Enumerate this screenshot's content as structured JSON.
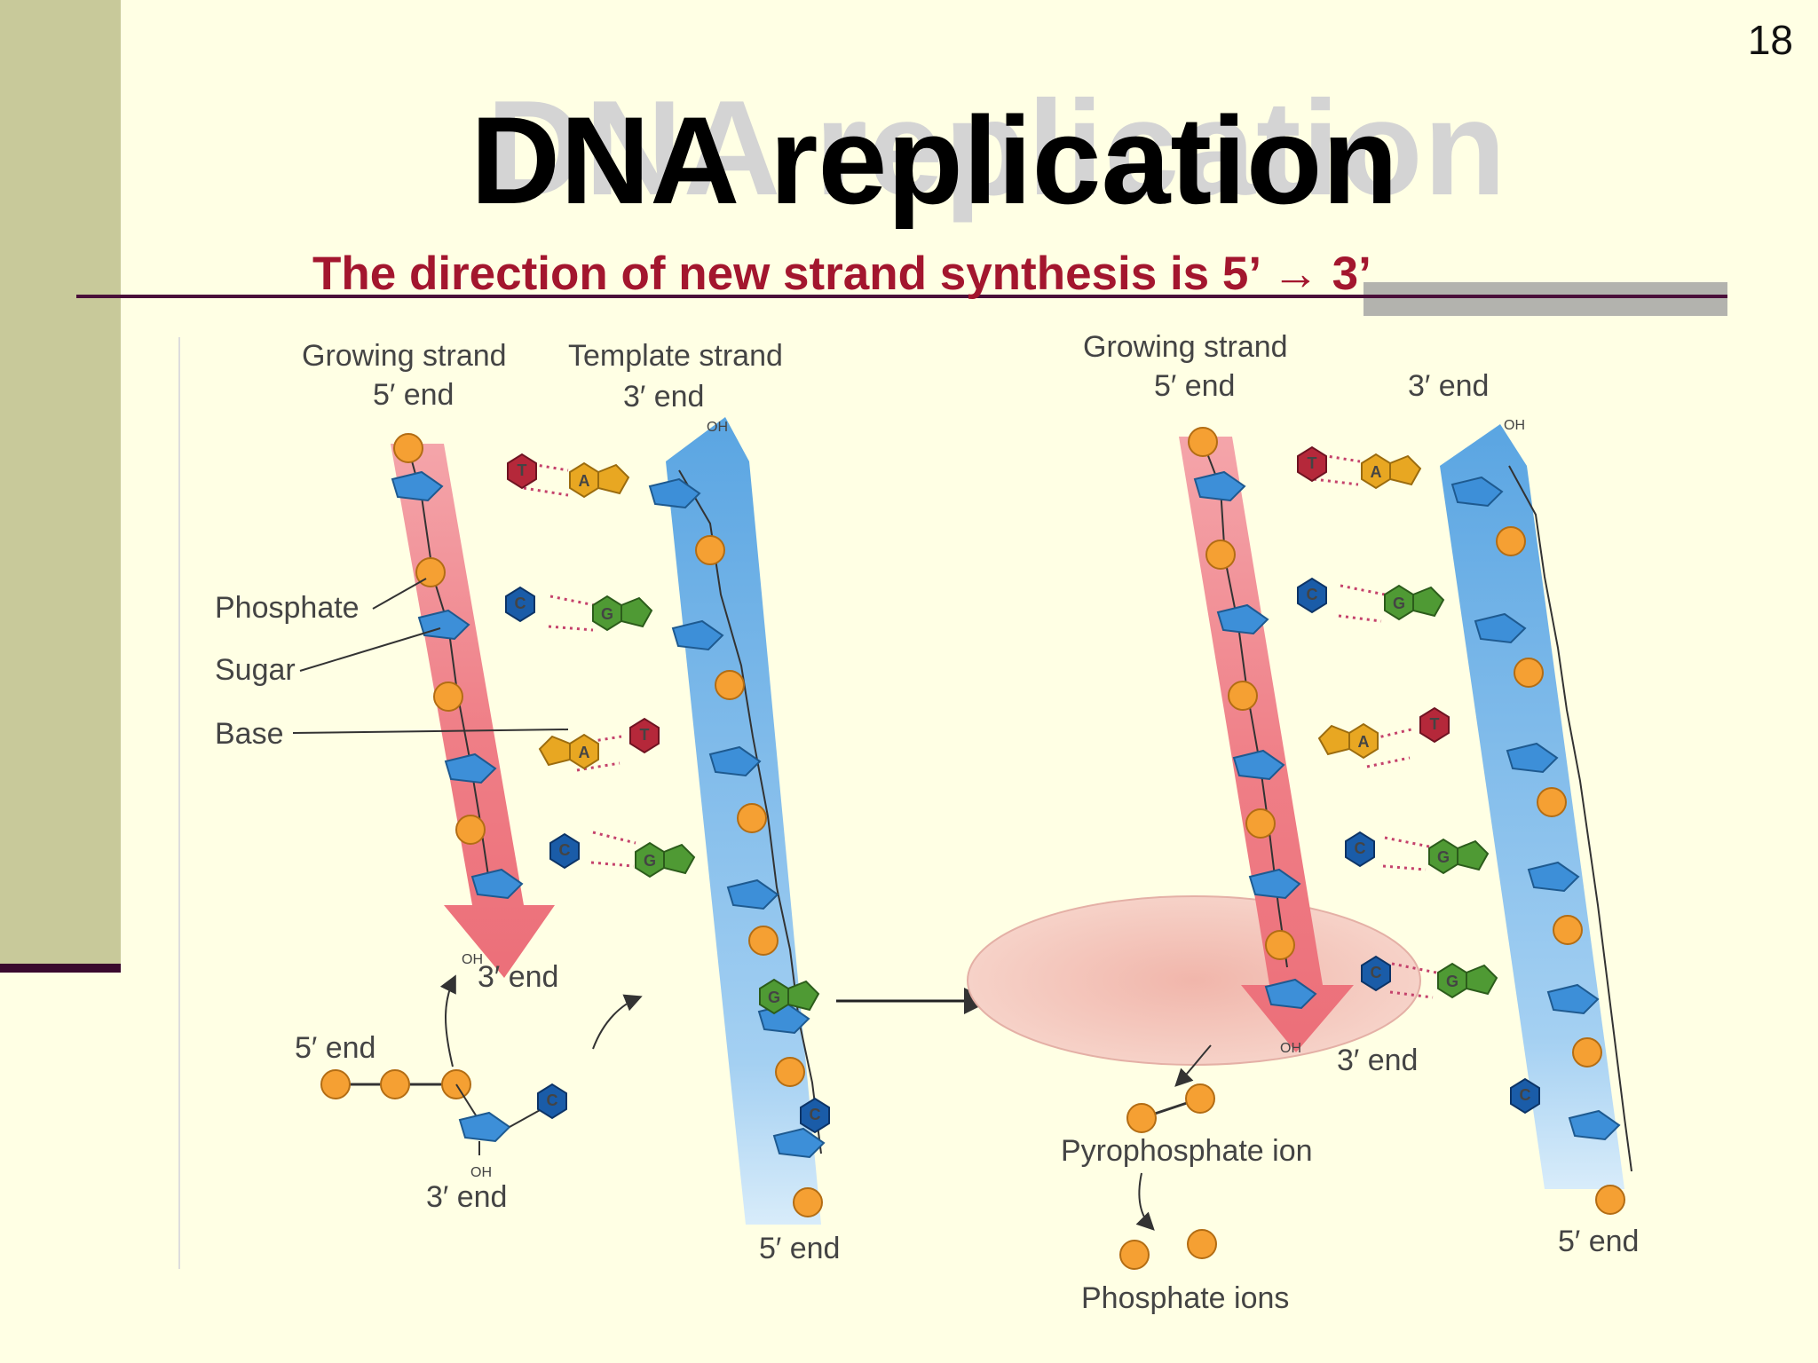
{
  "slide": {
    "page_number": "18",
    "title": "DNA replication",
    "subtitle": "The direction of new strand synthesis is 5’ → 3’"
  },
  "diagram": {
    "left_panel": {
      "growing_strand_label": "Growing strand",
      "growing_top_end": "5′ end",
      "template_strand_label": "Template strand",
      "template_top_end": "3′ end",
      "template_oh": "OH",
      "growing_oh": "OH",
      "growing_bottom_end": "3′ end",
      "phosphate_label": "Phosphate",
      "sugar_label": "Sugar",
      "base_label": "Base",
      "nucleotide_5_end": "5′ end",
      "nucleotide_oh": "OH",
      "nucleotide_3_end": "3′ end",
      "template_bottom_end": "5′ end"
    },
    "right_panel": {
      "growing_strand_label": "Growing strand",
      "growing_top_end": "5′ end",
      "template_top_end": "3′ end",
      "template_oh": "OH",
      "growing_oh": "OH",
      "growing_bottom_end": "3′ end",
      "pyrophosphate_label": "Pyrophosphate ion",
      "phosphate_ions_label": "Phosphate ions",
      "template_bottom_end": "5′ end"
    },
    "left_pairs": [
      {
        "growing_base": "T",
        "template_base": "A"
      },
      {
        "growing_base": "C",
        "template_base": "G"
      },
      {
        "growing_base": "A",
        "template_base": "T"
      },
      {
        "growing_base": "C",
        "template_base": "G"
      }
    ],
    "left_incoming_nucleotide_base": "C",
    "left_template_unpaired": [
      "G",
      "C"
    ],
    "right_pairs": [
      {
        "growing_base": "T",
        "template_base": "A"
      },
      {
        "growing_base": "C",
        "template_base": "G"
      },
      {
        "growing_base": "A",
        "template_base": "T"
      },
      {
        "growing_base": "C",
        "template_base": "G"
      },
      {
        "growing_base": "C",
        "template_base": "G"
      }
    ],
    "right_template_unpaired": [
      "C"
    ],
    "colors": {
      "base_T": "#b5283a",
      "base_A": "#e8a722",
      "base_C": "#1a5ca8",
      "base_G": "#4f9a34",
      "phosphate": "#f5a033",
      "sugar": "#3d8fd8",
      "growing_arrow": "#f07f86",
      "template_arrow": "#6fb2e6",
      "highlight": "#f3c3b8"
    }
  }
}
